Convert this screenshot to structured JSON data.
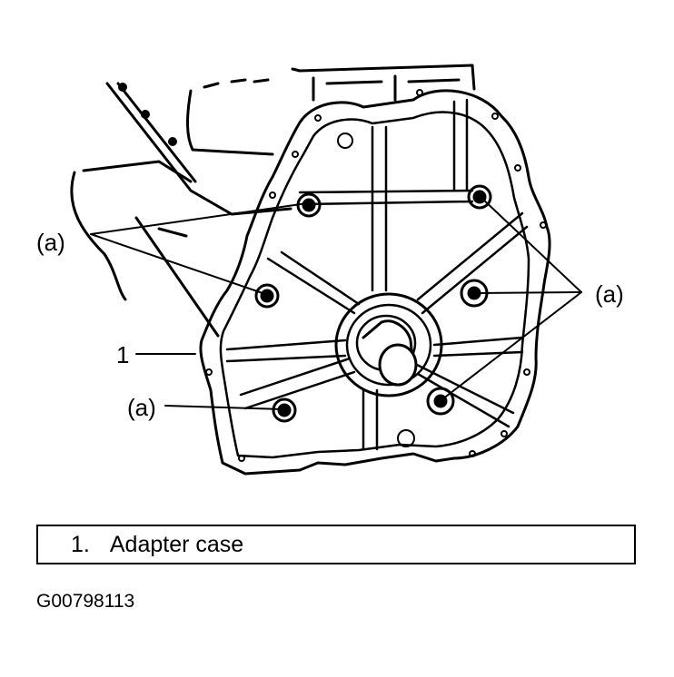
{
  "figure": {
    "part_label": "1",
    "callout_label": "(a)",
    "stroke_color": "#000000"
  },
  "legend": {
    "items": [
      {
        "number": "1.",
        "label": "Adapter case"
      }
    ]
  },
  "figure_id": "G00798113"
}
